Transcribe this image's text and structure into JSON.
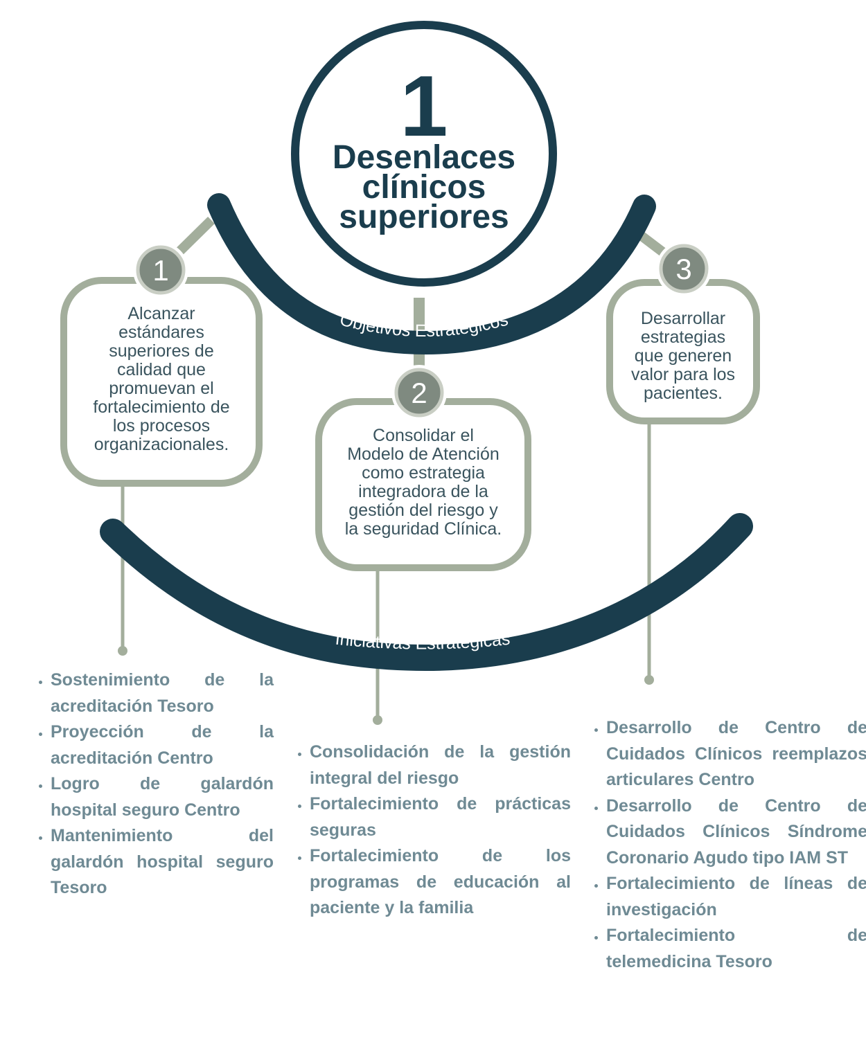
{
  "center": {
    "number": "1",
    "title": "Desenlaces\nclínicos\nsuperiores"
  },
  "arcs": {
    "top_label": "Objetivos Estratégicos",
    "bottom_label": "Iniciativas Estratégicas"
  },
  "objectives": [
    {
      "number": "1",
      "text": "Alcanzar\nestándares\nsuperiores de\ncalidad que\npromuevan el\nfortalecimiento de\nlos procesos\norganizacionales."
    },
    {
      "number": "2",
      "text": "Consolidar el\nModelo de Atención\ncomo estrategia\nintegradora de la\ngestión del riesgo y\nla seguridad Clínica."
    },
    {
      "number": "3",
      "text": "Desarrollar\nestrategias\nque generen\nvalor para los\npacientes."
    }
  ],
  "initiatives": {
    "left": [
      "Sostenimiento de la acreditación Tesoro",
      "Proyección de la acreditación Centro",
      "Logro de galardón hospital seguro Centro",
      "Mantenimiento del galardón hospital seguro Tesoro"
    ],
    "middle": [
      "Consolidación de la gestión integral del riesgo",
      "Fortalecimiento de prácticas seguras",
      "Fortalecimiento de los programas de educación al paciente y la familia"
    ],
    "right": [
      "Desarrollo de Centro de Cuidados Clínicos reemplazos articulares Centro",
      "Desarrollo de Centro de Cuidados Clínicos Síndrome Coronario Agudo tipo IAM ST",
      "Fortalecimiento de líneas de investigación",
      "Fortalecimiento de telemedicina Tesoro"
    ]
  },
  "colors": {
    "dark_teal": "#1a3d4d",
    "sage": "#a3ae9c",
    "badge": "#7f8a80",
    "text_gray": "#6f8a94"
  }
}
